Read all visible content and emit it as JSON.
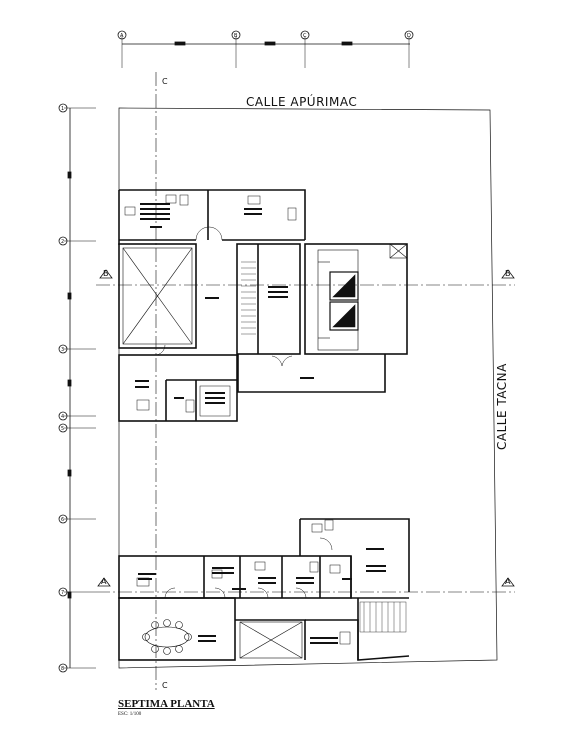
{
  "streets": {
    "top": "CALLE APÚRIMAC",
    "right": "CALLE TACNA"
  },
  "title": "SEPTIMA PLANTA",
  "scale": "ESC: 1/100",
  "grid_columns": [
    "A",
    "B",
    "C",
    "D"
  ],
  "grid_rows": [
    "1",
    "2",
    "3",
    "4",
    "5",
    "6",
    "7",
    "8"
  ],
  "section_marks": {
    "vertical": "C",
    "horizontal_upper": "B",
    "horizontal_lower": "A"
  }
}
